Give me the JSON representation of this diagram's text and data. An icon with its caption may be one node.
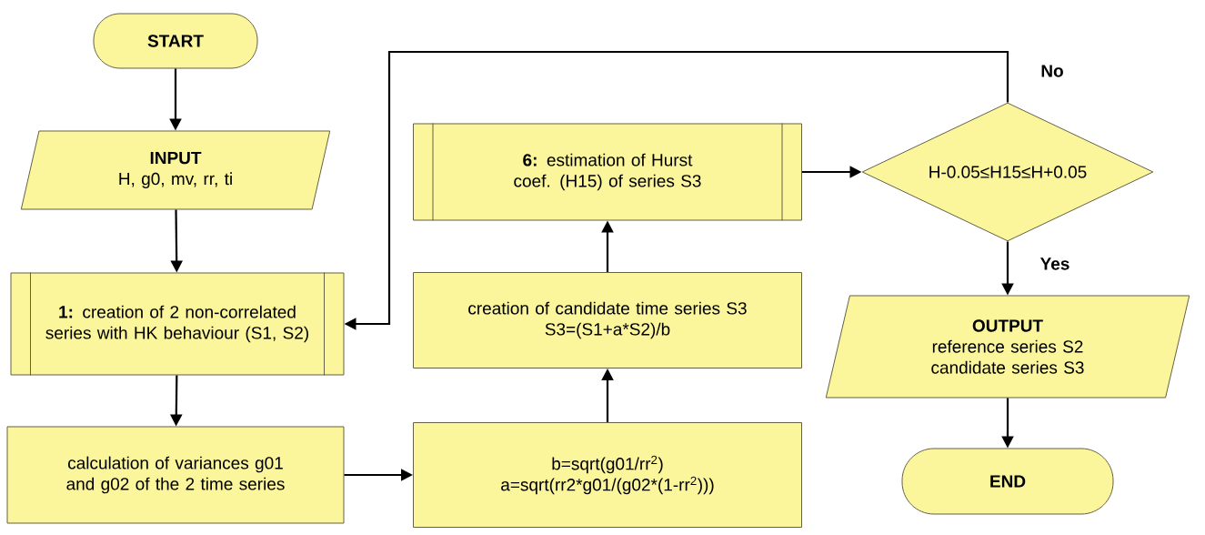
{
  "diagram": {
    "nodes": [
      {
        "text": [
          "START"
        ]
      },
      {
        "text": [
          "INPUT",
          "H, g0, mv, rr, ti"
        ]
      },
      {
        "text": [
          "**1:** creation of 2 non-correlated series with HK behaviour (S1, S2)"
        ]
      },
      {
        "text": [
          "calculation of variances g01 and g02 of the 2 time series"
        ]
      },
      {
        "text": [
          "b=sqrt(g01/rr$^{2}$)",
          "a=sqrt(rr2*g01/(g02*(1-rr$^{2}$)))"
        ]
      },
      {
        "text": [
          "creation of candidate time series S3",
          "S3=(S1+a*S2)/b"
        ]
      },
      {
        "text": [
          "**6:** estimation of Hurst coef. (H15) of series S3"
        ]
      },
      {
        "text": [
          "H-0.05≤H15≤H+0.05"
        ]
      },
      {
        "text": [
          "OUTPUT",
          "reference series S2",
          "candidate series S3"
        ]
      },
      {
        "text": [
          "END"
        ]
      }
    ],
    "edges": [
      {
        "from": 0,
        "to": 1,
        "arrow": "to"
      },
      {
        "from": 1,
        "to": 2,
        "arrow": "to"
      },
      {
        "from": 2,
        "to": 3,
        "arrow": "to"
      },
      {
        "from": 3,
        "to": 4,
        "arrow": "to"
      },
      {
        "from": 4,
        "to": 5,
        "arrow": "to"
      },
      {
        "from": 5,
        "to": 6,
        "arrow": "to"
      },
      {
        "from": 6,
        "to": 7,
        "arrow": "to"
      },
      {
        "from": 7,
        "to": 2,
        "arrow": "to",
        "label": "No"
      },
      {
        "from": 7,
        "to": 8,
        "arrow": "to",
        "label": "Yes"
      },
      {
        "from": 8,
        "to": 9,
        "arrow": "to"
      }
    ]
  }
}
